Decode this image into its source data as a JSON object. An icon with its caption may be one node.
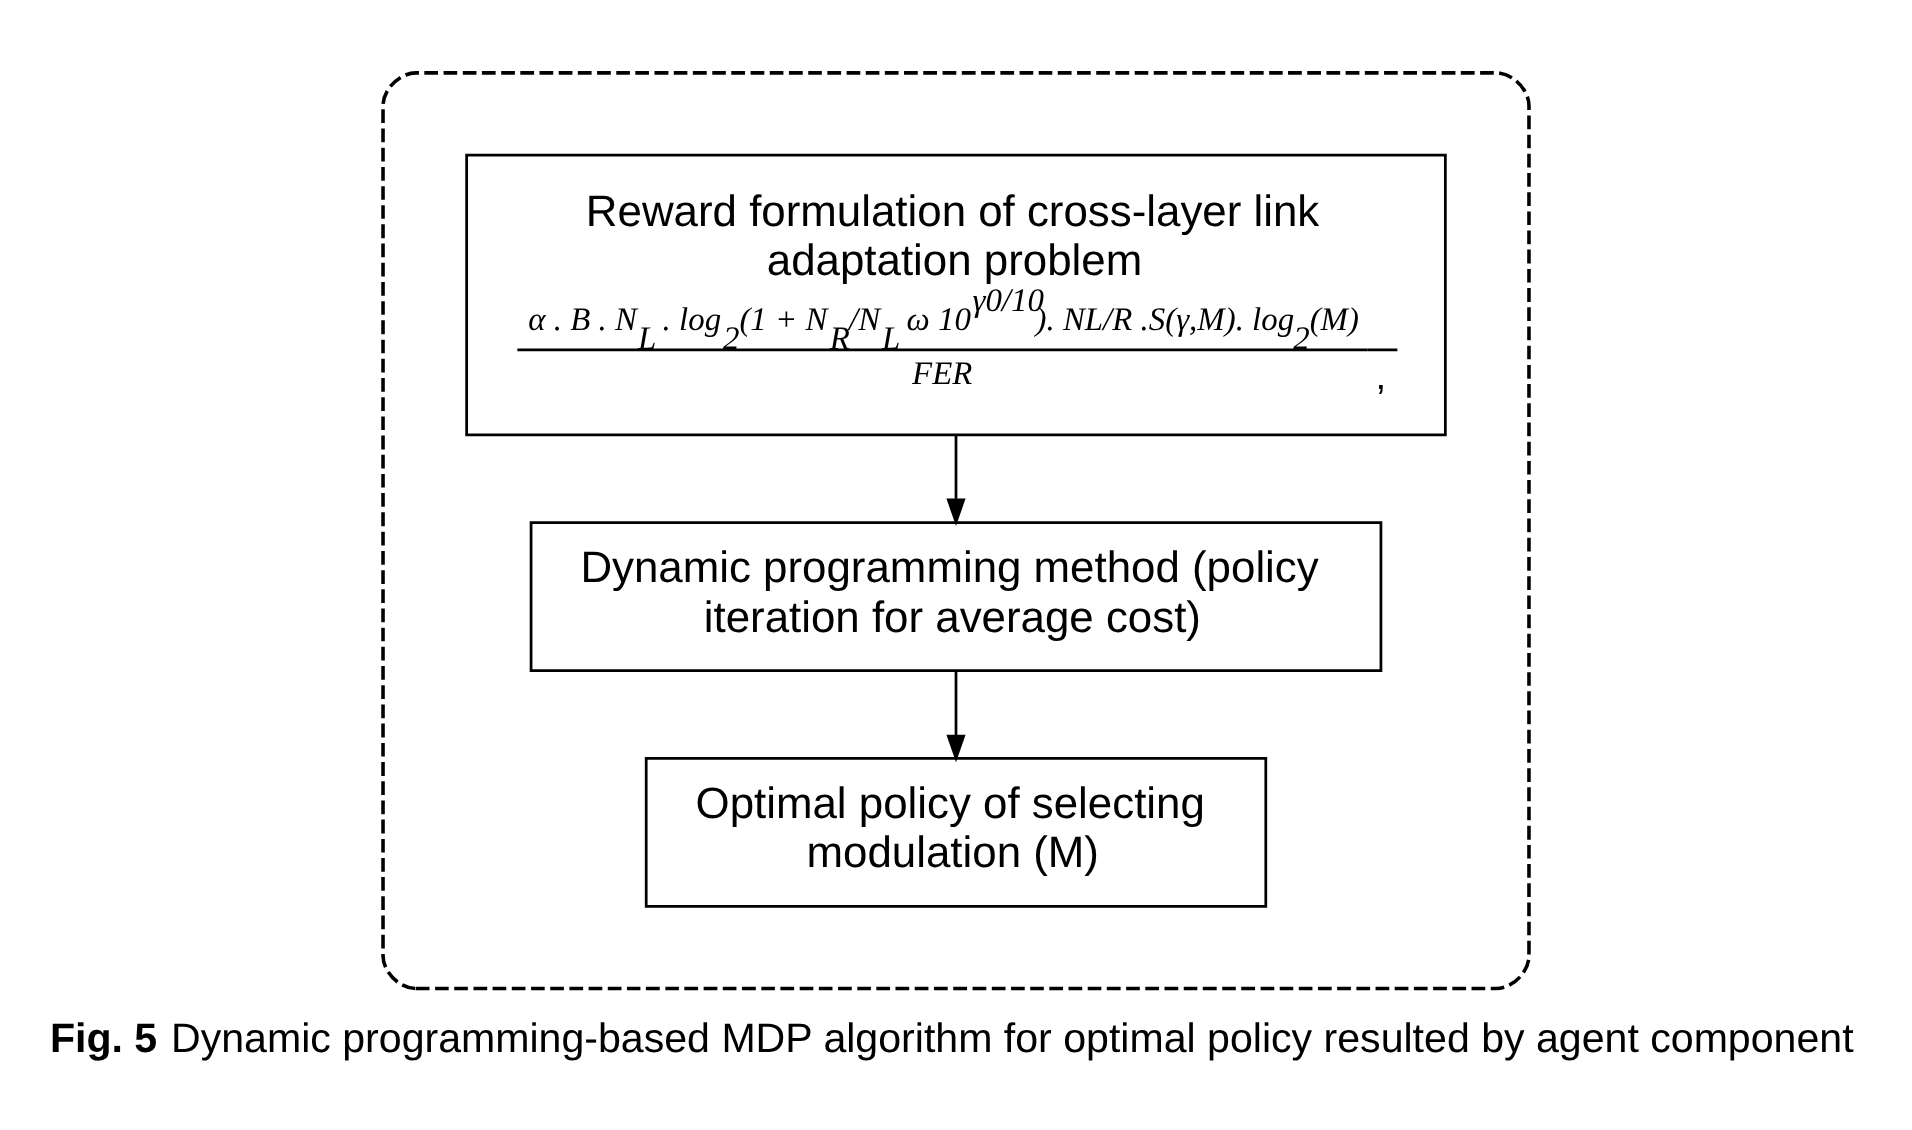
{
  "diagram": {
    "caption": "**Fig. 5** Dynamic programming-based MDP algorithm for optimal policy resulted by agent component",
    "nodes": [
      {
        "text": [],
        "shape": "box"
      },
      {
        "text": [
          "Reward formulation of cross-layer link adaptation problem",
          "α . B . N$_{L}$ . log$_{2}$(1 + N$_{R}$/N$_{L}$ ω 10$^{γ0/10}$). NL/R .S(γ,M). log$_{2}$(M)",
          "FER",
          ","
        ],
        "in": 0
      },
      {
        "text": [
          "Dynamic programming method (policy iteration for average cost)"
        ],
        "in": 0
      },
      {
        "text": [
          "Optimal policy of selecting modulation (M)"
        ],
        "in": 0
      }
    ],
    "edges": [
      {
        "from": 1,
        "to": 2,
        "arrow": "to"
      },
      {
        "from": 2,
        "to": 3,
        "arrow": "to"
      }
    ]
  }
}
